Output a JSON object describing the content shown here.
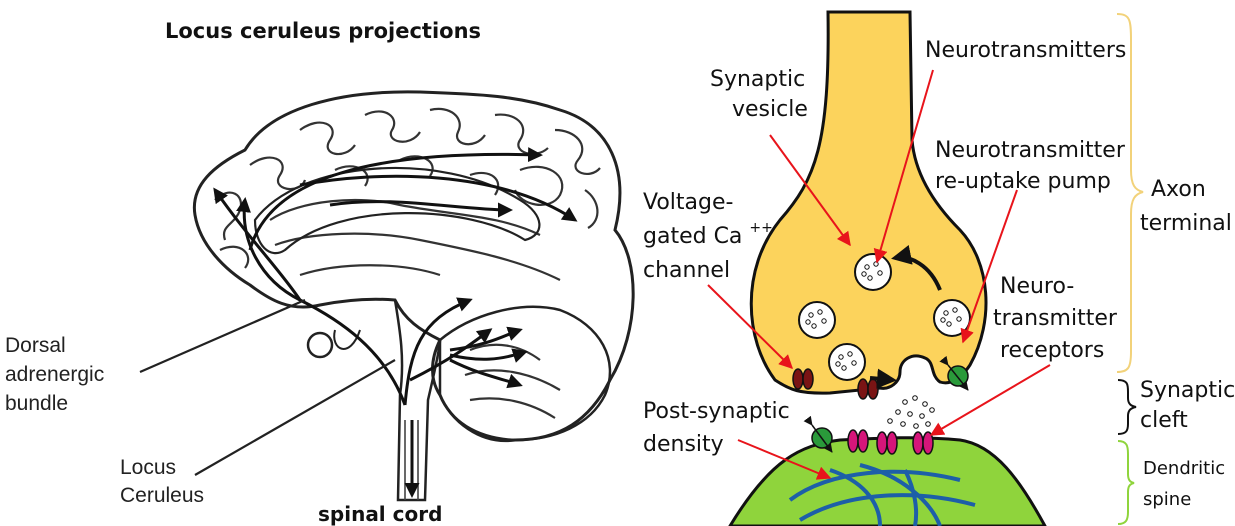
{
  "brain": {
    "title": "Locus ceruleus projections",
    "label_bundle": [
      "Dorsal",
      "adrenergic",
      "bundle"
    ],
    "label_lc": [
      "Locus",
      "Ceruleus"
    ],
    "label_spinal": "spinal cord"
  },
  "synapse": {
    "label_vesicle": [
      "Synaptic",
      "vesicle"
    ],
    "label_neurotransmitters": "Neurotransmitters",
    "label_reuptake": [
      "Neurotransmitter",
      "re-uptake pump"
    ],
    "label_channel": [
      "Voltage-",
      "gated Ca",
      "++",
      "channel"
    ],
    "label_receptors": [
      "Neuro-",
      "transmitter",
      "receptors"
    ],
    "label_psd": [
      "Post-synaptic",
      "density"
    ],
    "label_axon": [
      "Axon",
      "terminal"
    ],
    "label_cleft": [
      "Synaptic",
      "cleft"
    ],
    "label_spine": [
      "Dendritic",
      "spine"
    ],
    "colors": {
      "axon_fill": "#fcd35c",
      "spine_fill": "#8fd43c",
      "arrow_red": "#e8141b",
      "brace_axon": "#f2d27a",
      "brace_spine": "#8fd43c",
      "channel": "#7a1414",
      "receptor": "#d6167a",
      "pump": "#2a9a3a",
      "psd": "#1d5fa8"
    }
  }
}
